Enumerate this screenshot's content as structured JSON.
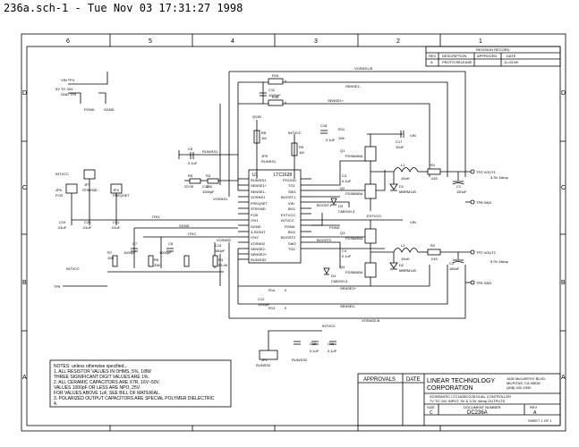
{
  "header": {
    "title": "236a.sch-1 - Tue Nov 03 17:31:27 1998"
  },
  "frame": {
    "columns": [
      "6",
      "5",
      "4",
      "3",
      "2",
      "1"
    ],
    "rows": [
      "D",
      "C",
      "B",
      "A"
    ]
  },
  "revision": {
    "title": "REVISION RECORD",
    "headers": [
      "REV",
      "DESCRIPTION",
      "APPROVED",
      "DATE"
    ],
    "row": [
      "A",
      "PROTO RELEASE",
      "",
      "11-03-98"
    ]
  },
  "notes": {
    "lines": [
      "NOTES: unless otherwise specified...",
      "1. ALL RESISTOR VALUES IN OHMS, 5%, 1/8W",
      "   THREE SIGNIFICANT DIGIT VALUES ARE 1%.",
      "2. ALL CERAMIC CAPACITORS ARE X7R, 16V~50V.",
      "   VALUES 1000pF OR LESS ARE NPO, 25V.",
      "   FOR VALUES ABOVE 1uF, SEE BILL OF MATERIAL.",
      "3. POLARIZED OUTPUT CAPACITORS ARE SPECIAL POLYMER DIELECTRIC",
      "4."
    ]
  },
  "titleblock": {
    "approvals": "APPROVALS",
    "date": "DATE",
    "company": [
      "LINEAR TECHNOLOGY",
      "CORPORATION"
    ],
    "address": [
      "1630 McCARTHY BLVD.",
      "MILPITAS, CA 95035",
      "(408) 432-1900"
    ],
    "title_lines": [
      "SCHEMATIC LTC1628CG28 DUAL CONTROLLER",
      "7V TO 24V INPUT, 5V & 3.3V 4Amp OUTPUTS"
    ],
    "size_label": "SIZE",
    "size": "C",
    "docnum_label": "DOCUMENT NUMBER",
    "docnum": "DC236A",
    "rev_label": "REV",
    "rev": "A",
    "sheet": "SHEET 1 OF 1"
  },
  "nets": {
    "vosns1b": "VOSNS1-B",
    "sense1m": "SENSE1-",
    "sense1p": "SENSE1+",
    "run_ss1": "RUN/SS1",
    "vosns1": "VOSNS1",
    "ith1": "ITH1",
    "ith2": "ITH2",
    "sgnd": "SGND",
    "vosns2": "VOSNS2",
    "sense2p": "SENSE2+",
    "sense2m": "SENSE2-",
    "vosns2b": "VOSNS2-B",
    "extvcc": "EXTVCC",
    "vin": "VIN",
    "intvcc": "INTVCC",
    "boost1": "BOOST1",
    "boost2": "BOOST2",
    "pgnd": "PGND",
    "run_ss2": "RUN/SS2",
    "stbymd": "STBYMD",
    "fcb": "FCB",
    "freqset": "FREQSET"
  },
  "ic": {
    "ref": "U1",
    "part": "LTC1628",
    "left_pins": [
      "RUN/SS1",
      "SENSE1+",
      "SENSE1-",
      "VOSNS1",
      "FREQSET",
      "STBYMD",
      "FCB",
      "ITH1",
      "SGND",
      "3.3VOUT",
      "ITH2",
      "VOSNS2",
      "SENSE2-",
      "SENSE2+",
      "RUN/SS2"
    ],
    "right_pins": [
      "PGOOD",
      "TG1",
      "SW1",
      "BOOST1",
      "VIN",
      "BG1",
      "EXTVCC",
      "INTVCC",
      "PGND",
      "BG2",
      "BOOST2",
      "SW2",
      "TG2"
    ]
  },
  "connectors": {
    "vin_tp": "VIN TP4",
    "vin_range": "5V TO 30V",
    "gnd_tp": "GND TP5",
    "pgnd": "PGND",
    "sgnd": "SGND",
    "vout1": "TP3 VOUT1",
    "vout1_spec": "3.3V 4Amp",
    "gnd3": "TP8 GND",
    "vout2": "TP2 VOUT2",
    "vout2_spec": "5.0V 4Amp",
    "gnd2": "TP6 GND",
    "tp8": "TP8"
  },
  "parts": {
    "r15": "R15",
    "r15v": "0",
    "r10": "R10",
    "r10v": "0",
    "c11": "C11",
    "c11v": "1000pF",
    "r8": "R8",
    "r8v": "1M",
    "jp5": "JP5",
    "jp5_label": "RUNSS1",
    "q1": "Q1",
    "q1v": "FDS6680A",
    "q2": "Q2",
    "q2v": "FDS6680A",
    "q3": "Q3",
    "q3v": "FDS6680A",
    "q4": "Q4",
    "q4v": "FDS6680A",
    "l1": "L1",
    "l1v": "10uH",
    "l2": "L2",
    "l2v": "10uH",
    "r1": "R1",
    "r1v": ".015",
    "r2": "R2",
    "r2v": ".015",
    "d1": "D1",
    "d1v": "MBRM140",
    "d2": "D2",
    "d2v": "MBRM140",
    "d3": "D3",
    "d3v": "CMDSH-3",
    "d4": "D4",
    "d4v": "CMDSH-3",
    "c1": "C1",
    "c1v": "150uF",
    "c2": "C2",
    "c2v": "180uF",
    "c3": "C3",
    "c3v": "0.1uF",
    "c4": "C4",
    "c4v": "0.1uF",
    "c5": "C5",
    "c5v": "0.1uF",
    "c6": "C6",
    "c6v": "0.1uF",
    "c7": "C7",
    "c7v": "1000pF",
    "c8": "C8",
    "c8v": "1000pF",
    "c12": "C12",
    "c12v": "1000pF",
    "c13": "C13",
    "c13v": "1000pF",
    "c14": "C14",
    "c14v": "180pF",
    "c15": "C15",
    "c15v": "0.1uF",
    "c16": "C16",
    "c16v": "0.1uF",
    "c17": "C17",
    "c17v": "10uF",
    "c18": "C18",
    "c18v": "0.1uF",
    "c19": "C19",
    "c19v": ".01uF",
    "c20": "C20",
    "c20v": ".01uF",
    "c21": "C21",
    "c21v": ".01uF",
    "r3": "R3",
    "r3v": "10K",
    "r4": "R4",
    "r4v": "63.4K",
    "r5": "R5",
    "r5v": "20.0K",
    "r6": "R6",
    "r6v": "33K",
    "r7": "R7",
    "r7v": "10K",
    "r9": "R9",
    "r9v": "1M",
    "r11": "R11",
    "r11v": "10K",
    "r12": "R12",
    "r12v": "1M",
    "r13": "R13",
    "r13v": "0",
    "r14": "R14",
    "r14v": "0",
    "jp6": "JP6",
    "jp7": "JP7",
    "jp2": "JP2",
    "jp4": "JP4",
    "jp1": "JP1",
    "jp1_label": "RUNSS2",
    "qvin": "QVIN",
    "intvcc": "INTVCC"
  }
}
